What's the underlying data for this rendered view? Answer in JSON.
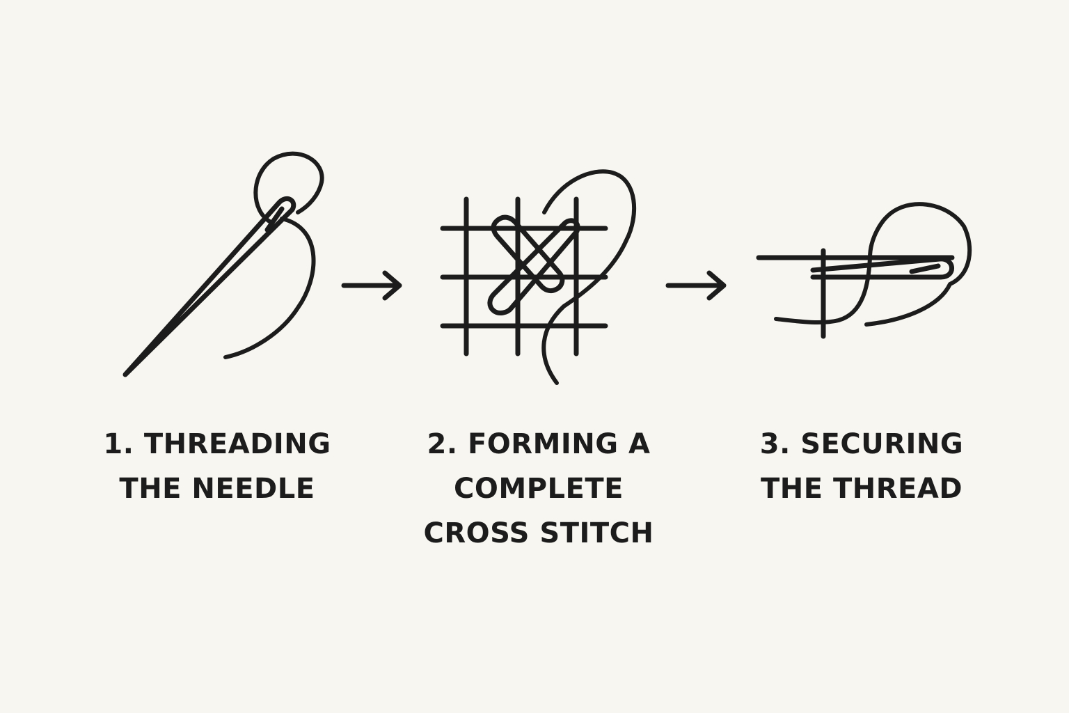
{
  "steps": [
    {
      "icon": "threading-needle-icon",
      "lines": [
        "1. THREADING",
        "THE NEEDLE"
      ]
    },
    {
      "icon": "cross-stitch-grid-icon",
      "lines": [
        "2. FORMING A",
        "COMPLETE",
        "CROSS STITCH"
      ]
    },
    {
      "icon": "securing-thread-icon",
      "lines": [
        "3. SECURING",
        "THE THREAD"
      ]
    }
  ],
  "arrows": [
    "arrow-right-icon",
    "arrow-right-icon"
  ],
  "colors": {
    "background": "#f8f6f1",
    "ink": "#1c1c1c"
  }
}
